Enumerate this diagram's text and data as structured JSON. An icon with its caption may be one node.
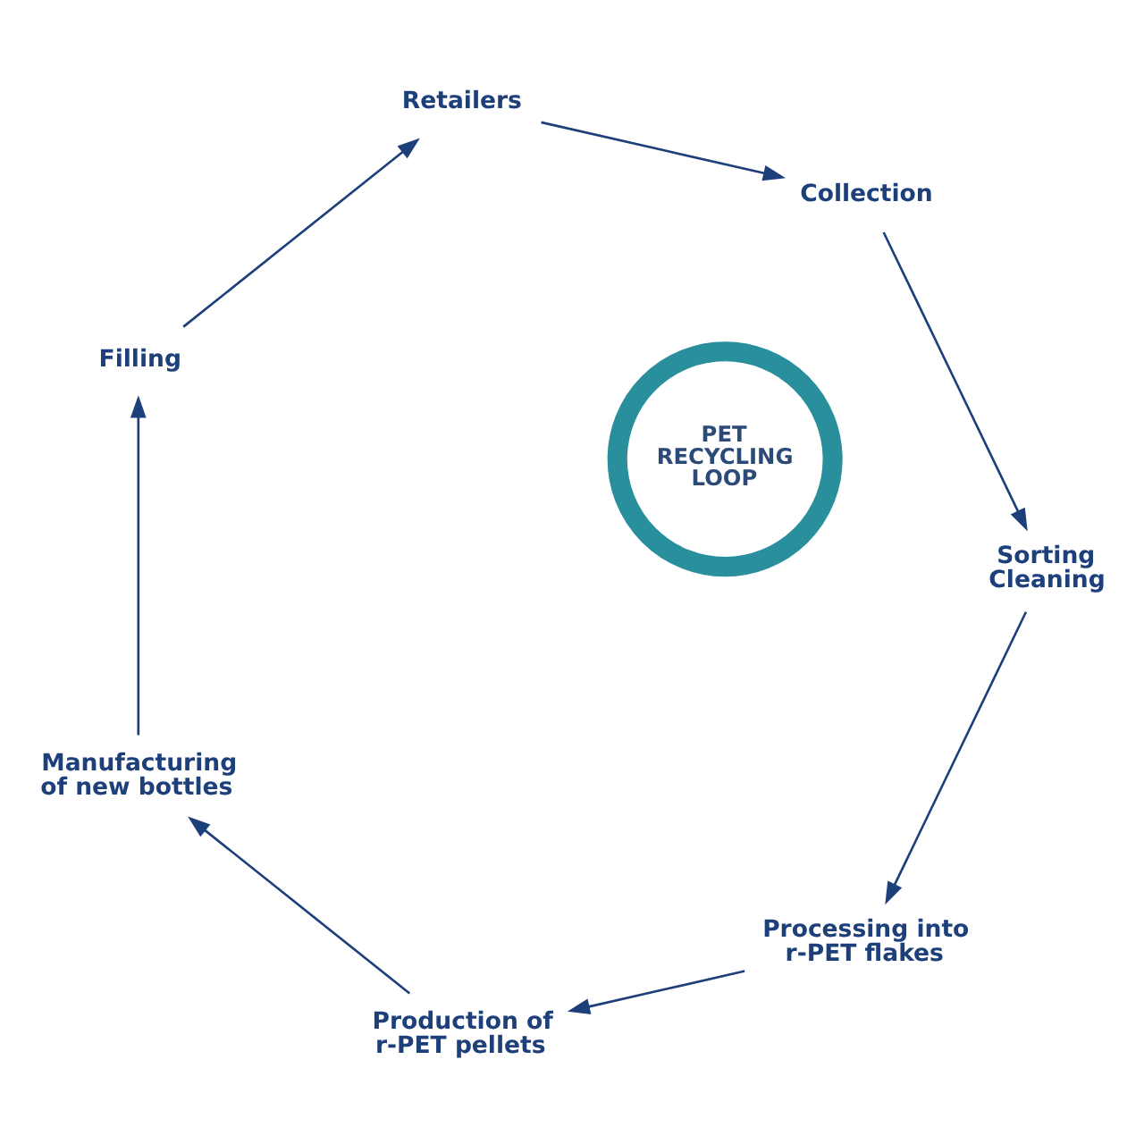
{
  "diagram": {
    "nodes": [
      {
        "text": [
          "PET RECYCLING LOOP"
        ]
      },
      {
        "text": [
          "Retailers"
        ]
      },
      {
        "text": [
          "Collection"
        ]
      },
      {
        "text": [
          "Sorting Cleaning"
        ]
      },
      {
        "text": [
          "Processing into r-PET flakes"
        ]
      },
      {
        "text": [
          "Production of r-PET pellets"
        ]
      },
      {
        "text": [
          "Manufacturing of new bottles"
        ]
      },
      {
        "text": [
          "Filling"
        ]
      }
    ],
    "edges": [
      {
        "from": 1,
        "to": 2,
        "arrow": "to"
      },
      {
        "from": 2,
        "to": 3,
        "arrow": "to"
      },
      {
        "from": 3,
        "to": 4,
        "arrow": "to"
      },
      {
        "from": 4,
        "to": 5,
        "arrow": "to"
      },
      {
        "from": 5,
        "to": 6,
        "arrow": "to"
      },
      {
        "from": 6,
        "to": 7,
        "arrow": "to"
      },
      {
        "from": 7,
        "to": 1,
        "arrow": "to"
      }
    ]
  }
}
